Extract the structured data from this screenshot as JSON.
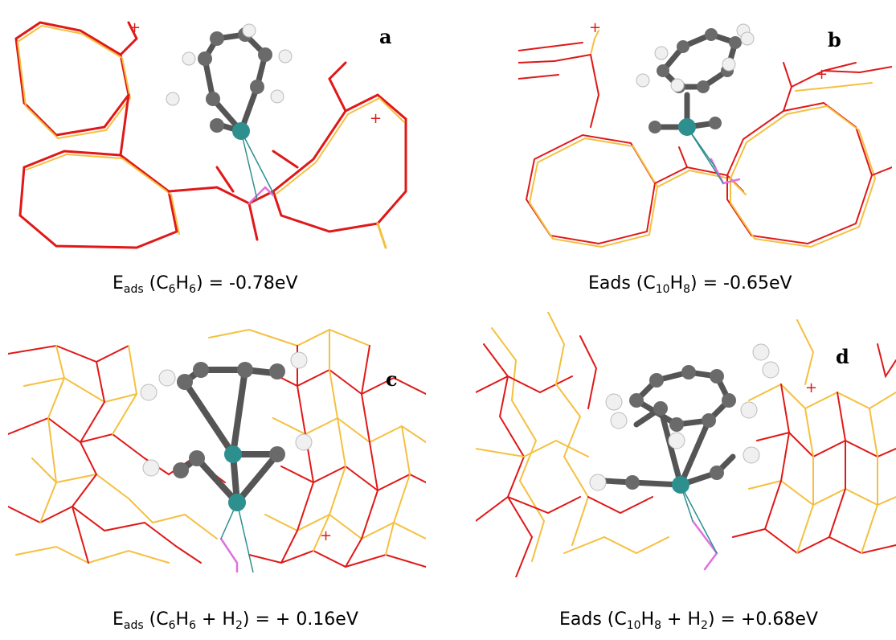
{
  "panels": [
    {
      "letter": "a",
      "caption": {
        "prefix": "E",
        "prefix_sub": "ads",
        "open": " (C",
        "n1": "6",
        "mid": "H",
        "n2": "6",
        "close": ") = -0.78eV"
      }
    },
    {
      "letter": "b",
      "caption": {
        "prefix": "Eads",
        "prefix_sub": "",
        "open": " (C",
        "n1": "10",
        "mid": "H",
        "n2": "8",
        "close": ") = -0.65eV"
      }
    },
    {
      "letter": "c",
      "caption": {
        "prefix": "E",
        "prefix_sub": "ads",
        "open": " (C",
        "n1": "6",
        "mid": "H",
        "n2": "6",
        "plus": " + H",
        "n3": "2",
        "close": ") = + 0.16eV"
      }
    },
    {
      "letter": "d",
      "caption": {
        "prefix": "Eads",
        "prefix_sub": "",
        "open": " (C",
        "n1": "10",
        "mid": "H",
        "n2": "8",
        "plus": " + H",
        "n3": "2",
        "close": ") = +0.68eV"
      }
    }
  ],
  "charge_mark": "+",
  "colors": {
    "oxygen_bond": "#e01818",
    "silicon_bond": "#f5c040",
    "aluminum_bond": "#e070e0",
    "carbon_atom": "#6a6a6a",
    "hydrogen_atom": "#f0f0f0",
    "metal_atom": "#2e8f8f"
  }
}
